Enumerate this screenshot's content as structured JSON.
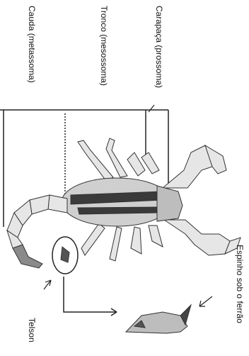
{
  "labels": {
    "carapaca": "Carapaça (prossoma)",
    "tronco": "Tronco (mesossoma)",
    "cauda": "Cauda (metassoma)",
    "espinho": "Espinho sob o ferrão",
    "telson": "Telson"
  },
  "colors": {
    "ink": "#111111",
    "body_fill": "#e6e6e6",
    "body_dark": "#3a3a3a",
    "background": "#ffffff"
  }
}
